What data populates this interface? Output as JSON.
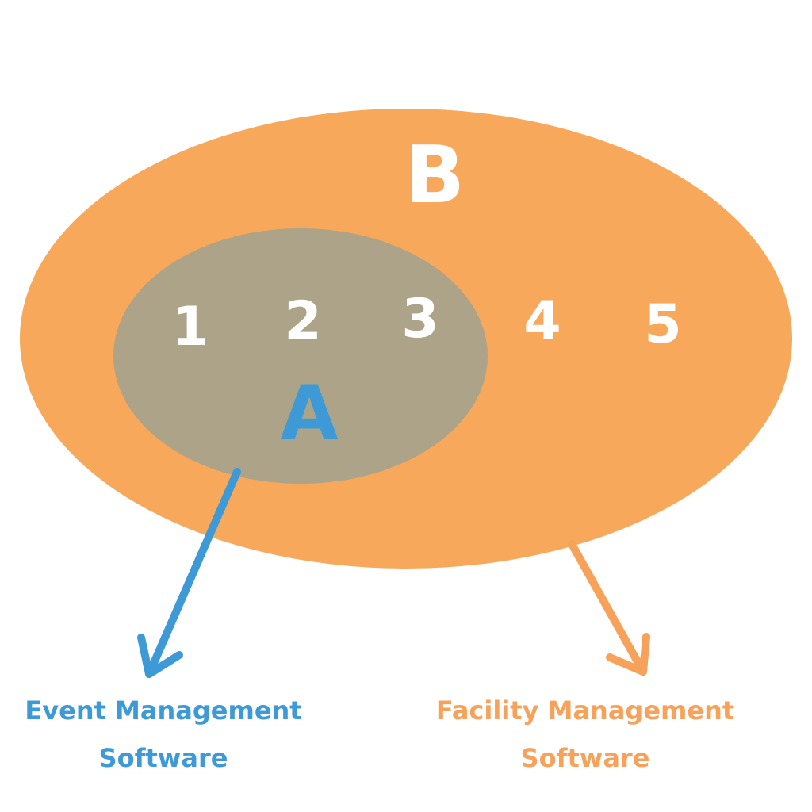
{
  "colors": {
    "background": "#ffffff",
    "set_b_fill": "#f7a85a",
    "set_a_fill": "#ada388",
    "set_a_accent": "#3d9ad6",
    "set_b_accent": "#f7a25a",
    "number_text": "#ffffff"
  },
  "diagram": {
    "set_b": {
      "letter": "B",
      "caption_line1": "Facility Management",
      "caption_line2": "Software"
    },
    "set_a": {
      "letter": "A",
      "caption_line1": "Event Management",
      "caption_line2": "Software"
    },
    "elements_in_a": [
      "1",
      "2",
      "3"
    ],
    "elements_in_b_only": [
      "4",
      "5"
    ]
  }
}
